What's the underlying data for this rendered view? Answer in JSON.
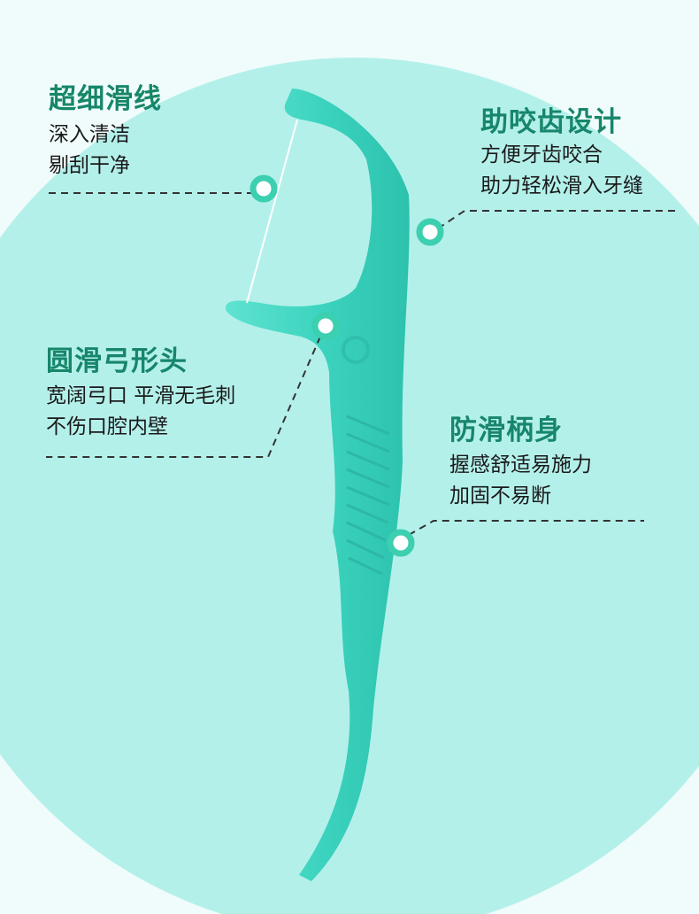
{
  "colors": {
    "background": "#effcfb",
    "circle": "#b4f0ea",
    "pick": "#3fd5c1",
    "title": "#17866a",
    "marker": "#3ccfb0"
  },
  "features": [
    {
      "title": "超细滑线",
      "lines": [
        "深入清洁",
        "剔刮干净"
      ]
    },
    {
      "title": "助咬齿设计",
      "lines": [
        "方便牙齿咬合",
        "助力轻松滑入牙缝"
      ]
    },
    {
      "title": "圆滑弓形头",
      "lines": [
        "宽阔弓口 平滑无毛刺",
        "不伤口腔内壁"
      ]
    },
    {
      "title": "防滑柄身",
      "lines": [
        "握感舒适易施力",
        "加固不易断"
      ]
    }
  ]
}
